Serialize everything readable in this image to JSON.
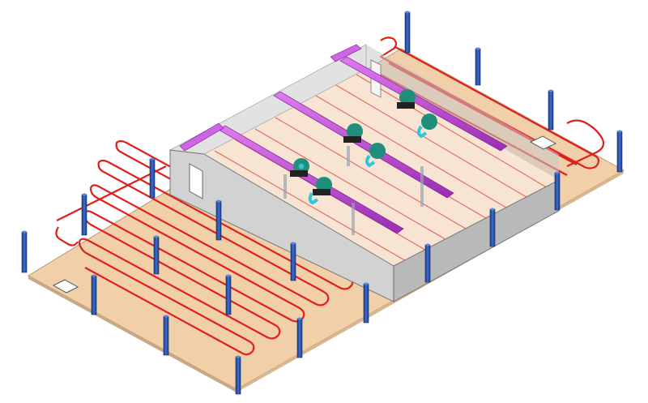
{
  "colors": {
    "background": "#ffffff",
    "floor": "#f1cfa9",
    "floor_edge": "#b79a79",
    "wall_front": "#d2d2d2",
    "wall_side": "#b9b9b9",
    "wall_top": "#e9e9e9",
    "inner_floor": "#f7e4d2",
    "heating_pipe": "#e0201b",
    "column": "#2f59b5",
    "column_dark": "#1b3c86",
    "duct": "#b23dc9",
    "duct_light": "#e07bf2",
    "fan": "#1f8f7c",
    "fan_cap": "#2ec9c0",
    "pipe_cyan": "#2cc7d8"
  },
  "icons": [
    "floor-slab",
    "heating-coil",
    "support-column",
    "container-wall",
    "ventilation-duct",
    "fan-unit",
    "floor-hatch"
  ]
}
